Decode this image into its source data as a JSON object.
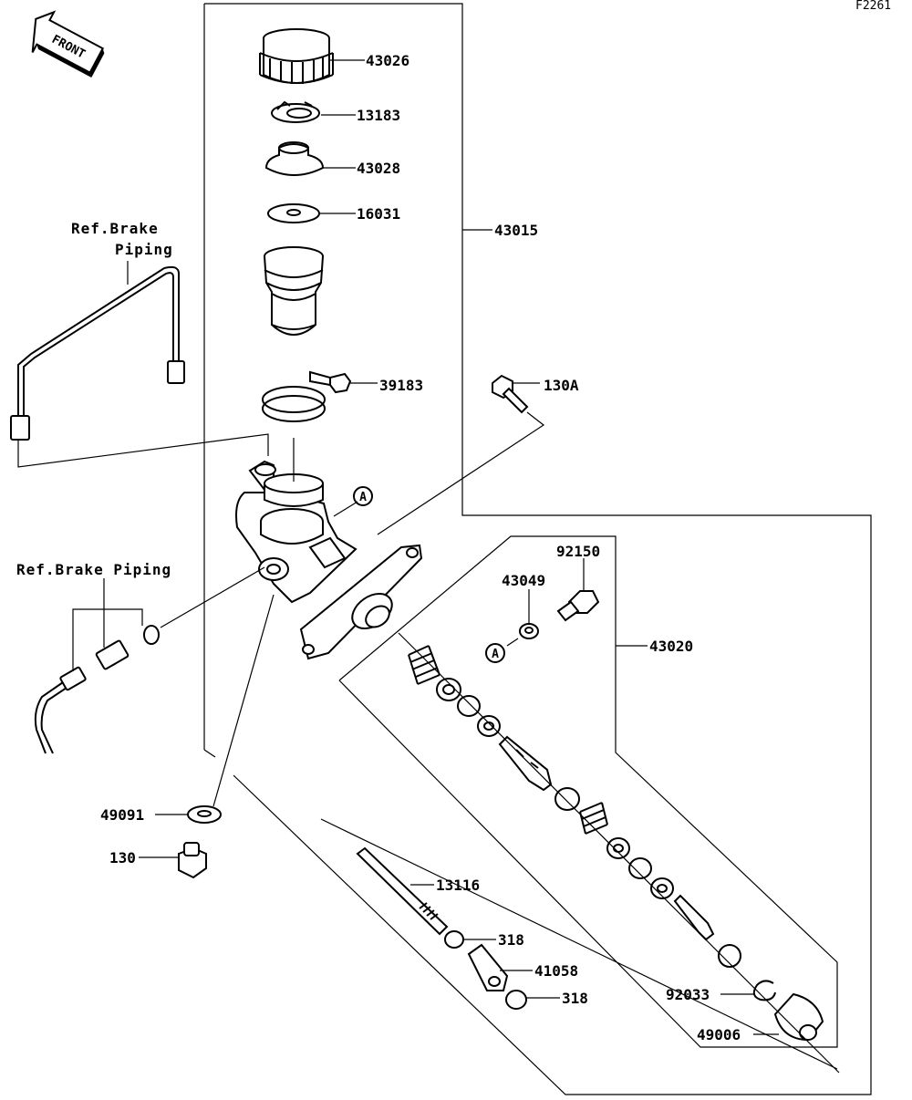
{
  "diagram_code": "F2261",
  "front_arrow_text": "FRONT",
  "refs": {
    "ref_brake_piping_top_line1": "Ref.Brake",
    "ref_brake_piping_top_line2": "Piping",
    "ref_brake_piping_left": "Ref.Brake Piping"
  },
  "callout_a": "A",
  "parts": {
    "p43026": "43026",
    "p13183": "13183",
    "p43028": "43028",
    "p16031": "16031",
    "p43015": "43015",
    "p39183": "39183",
    "p130A": "130A",
    "p92150": "92150",
    "p43049": "43049",
    "p43020": "43020",
    "p49091": "49091",
    "p130": "130",
    "p13116": "13116",
    "p318a": "318",
    "p41058": "41058",
    "p318b": "318",
    "p92033": "92033",
    "p49006": "49006"
  }
}
